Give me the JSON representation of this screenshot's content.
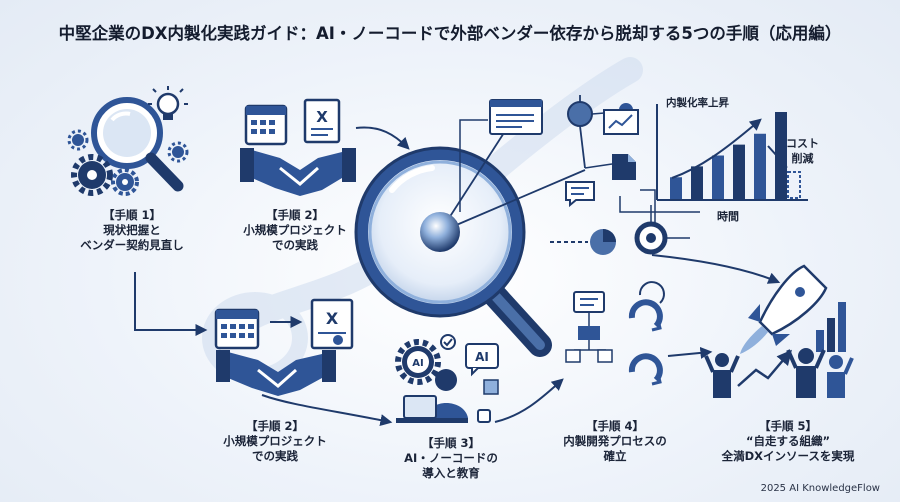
{
  "title": "中堅企業のDX内製化実践ガイド：AI・ノーコードで外部ベンダー依存から脱却する5つの手順（応用編）",
  "steps": [
    {
      "label": "【手順 1】",
      "lines": [
        "現状把握と",
        "ベンダー契約見直し"
      ]
    },
    {
      "label": "【手順 2】",
      "lines": [
        "小規模プロジェクト",
        "での実践"
      ]
    },
    {
      "label": "【手順 2】",
      "lines": [
        "小規模プロジェクト",
        "での実践"
      ]
    },
    {
      "label": "【手順 3】",
      "lines": [
        "AI・ノーコードの",
        "導入と教育"
      ]
    },
    {
      "label": "【手順 4】",
      "lines": [
        "内製開発プロセスの",
        "確立"
      ]
    },
    {
      "label": "【手順 5】",
      "lines": [
        "“自走する組織”",
        "全満DXインソースを実現"
      ]
    }
  ],
  "chart": {
    "title": "内製化率上昇",
    "xlabel": "時間",
    "cost_label_1": "コスト",
    "cost_label_2": "削減"
  },
  "chart_data": {
    "type": "bar",
    "title": "内製化率上昇",
    "xlabel": "時間",
    "ylabel": "",
    "values": [
      2,
      3,
      4,
      5,
      6,
      8
    ],
    "annotations": [
      "コスト",
      "削減"
    ]
  },
  "badges": {
    "ai_1": "AI",
    "ai_2": "AI",
    "doc_mark": "X"
  },
  "footer": "2025 AI KnowledgeFlow",
  "colors": {
    "primary": "#2f5597",
    "dark": "#1f3a6b",
    "light": "#8fb0dc",
    "pale": "#dbe6f4"
  }
}
